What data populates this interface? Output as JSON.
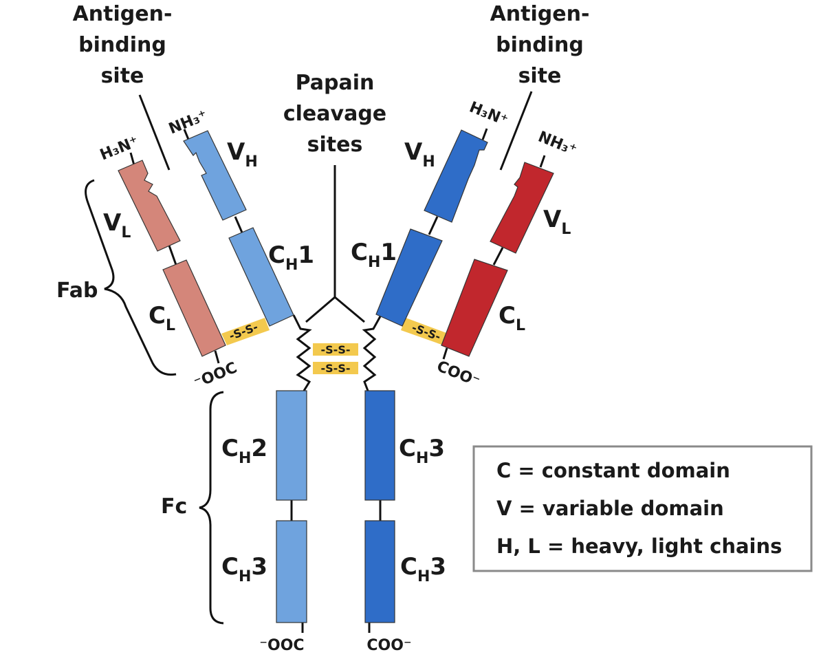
{
  "labels": {
    "antigen_binding_left": [
      "Antigen-",
      "binding",
      "site"
    ],
    "antigen_binding_right": [
      "Antigen-",
      "binding",
      "site"
    ],
    "papain": [
      "Papain",
      "cleavage",
      "sites"
    ],
    "fab": "Fab",
    "fc": "Fc",
    "vl": {
      "main": "V",
      "sub": "L"
    },
    "vh": {
      "main": "V",
      "sub": "H"
    },
    "cl": {
      "main": "C",
      "sub": "L"
    },
    "ch1": {
      "main": "C",
      "sub": "H",
      "num": "1"
    },
    "ch2": {
      "main": "C",
      "sub": "H",
      "num": "2"
    },
    "ch3": {
      "main": "C",
      "sub": "H",
      "num": "3"
    },
    "h3n": "H₃N⁺",
    "nh3": "NH₃⁺",
    "ooc": "⁻OOC",
    "coo": "COO⁻",
    "disulfide": "-S-S-"
  },
  "legend": {
    "lines": [
      "C = constant domain",
      "V = variable domain",
      "H, L = heavy, light chains"
    ]
  },
  "colors": {
    "light_chain_left": "#d4867a",
    "heavy_chain_left": "#6fa3de",
    "heavy_chain_right": "#2f6dc8",
    "light_chain_right": "#c1272d",
    "disulfide": "#f3c94e",
    "legend_border": "#8a8a8a"
  }
}
